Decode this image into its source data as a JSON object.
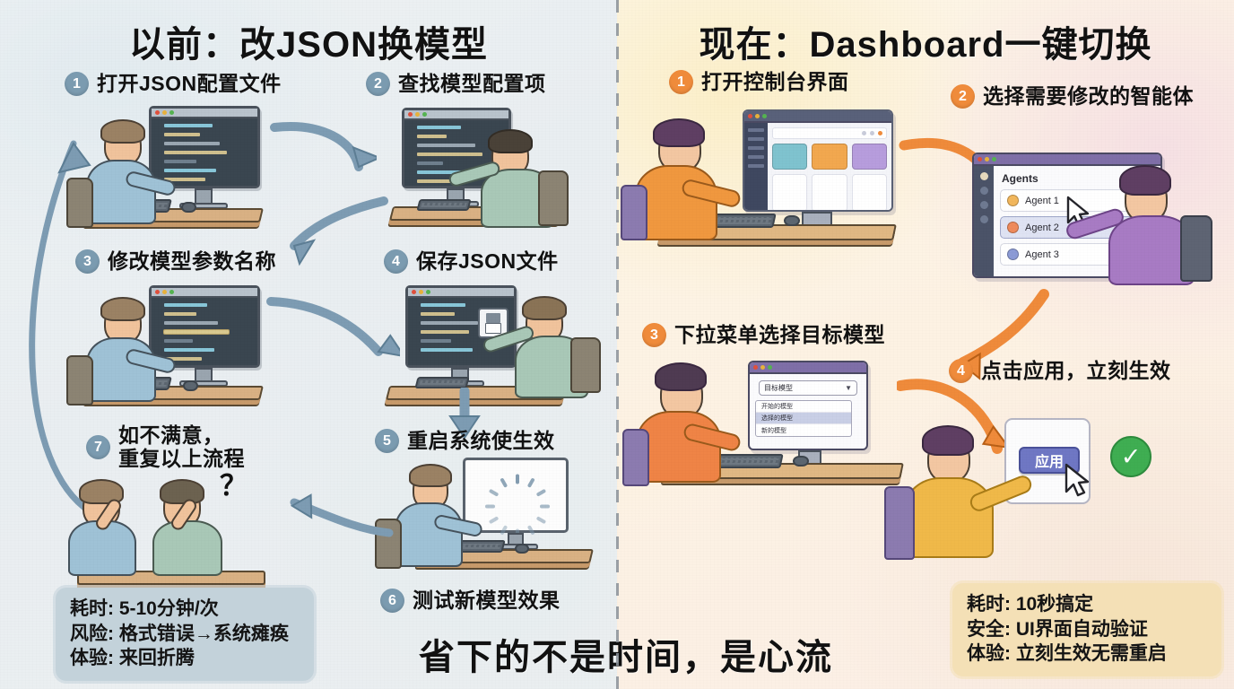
{
  "colors": {
    "left_bg": "#eef2f3",
    "right_bg": "#fdf5e6",
    "left_accent": "#7b9bb0",
    "right_accent": "#ef8b3b",
    "left_box": "#c3d2da",
    "right_box": "#f4e0b6",
    "apply_button": "#6f77c4",
    "success_green": "#3fae52"
  },
  "left": {
    "title": "以前：改JSON换模型",
    "steps": [
      {
        "num": "1",
        "label": "打开JSON配置文件"
      },
      {
        "num": "2",
        "label": "查找模型配置项"
      },
      {
        "num": "3",
        "label": "修改模型参数名称"
      },
      {
        "num": "4",
        "label": "保存JSON文件"
      },
      {
        "num": "5",
        "label": "重启系统使生效"
      },
      {
        "num": "6",
        "label": "测试新模型效果"
      },
      {
        "num": "7",
        "label": "如不满意，\n重复以上流程"
      }
    ],
    "question_mark": "？",
    "summary": {
      "time": "耗时: 5-10分钟/次",
      "risk": "风险: 格式错误→系统瘫痪",
      "experience": "体验: 来回折腾"
    }
  },
  "right": {
    "title": "现在：Dashboard一键切换",
    "steps": [
      {
        "num": "1",
        "label": "打开控制台界面"
      },
      {
        "num": "2",
        "label": "选择需要修改的智能体"
      },
      {
        "num": "3",
        "label": "下拉菜单选择目标模型"
      },
      {
        "num": "4",
        "label": "点击应用，立刻生效"
      }
    ],
    "agents_window": {
      "panel_title": "Agents",
      "rows": [
        {
          "label": "Agent 1",
          "dot": "#f2b75c",
          "selected": false
        },
        {
          "label": "Agent 2",
          "dot": "#ef8b5c",
          "selected": true
        },
        {
          "label": "Agent 3",
          "dot": "#8c9bd6",
          "selected": false
        }
      ]
    },
    "dropdown": {
      "selected": "目标模型",
      "options": [
        {
          "label": "开始的模型",
          "selected": false
        },
        {
          "label": "选择的模型",
          "selected": true
        },
        {
          "label": "新的模型",
          "selected": false
        }
      ]
    },
    "apply": {
      "button_label": "应用",
      "success_mark": "✓"
    },
    "summary": {
      "time": "耗时: 10秒搞定",
      "safety": "安全: UI界面自动验证",
      "experience": "体验: 立刻生效无需重启"
    }
  },
  "tagline": "省下的不是时间，是心流"
}
